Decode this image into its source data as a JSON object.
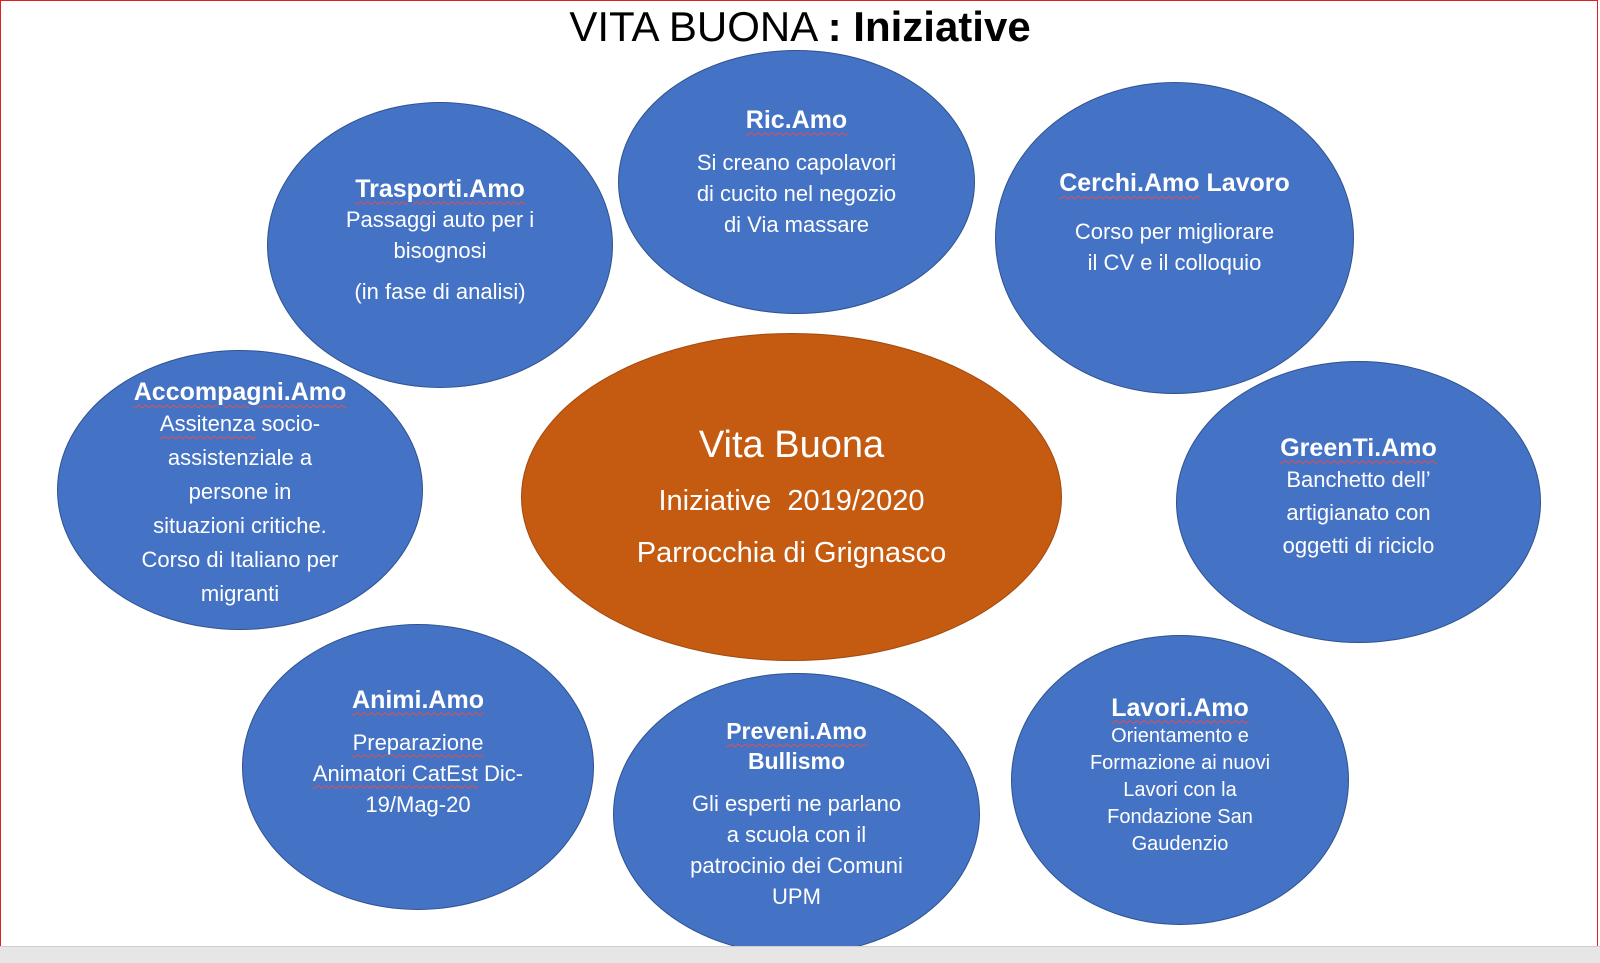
{
  "title": {
    "normal": "VITA BUONA",
    "bold": ": Iniziative"
  },
  "center": {
    "line1": "Vita Buona",
    "line2": "Iniziative  2019/2020",
    "line3": "Parrocchia di Grignasco"
  },
  "nodes": {
    "ricamo": {
      "name": "Ric.Amo",
      "text": [
        "Si creano capolavori",
        "di cucito nel negozio",
        "di Via massare"
      ]
    },
    "trasporti": {
      "name": "Trasporti.Amo",
      "text": [
        "Passaggi auto per i",
        "bisognosi"
      ],
      "note": "(in fase di analisi)"
    },
    "cerchi": {
      "name": "Cerchi.Amo",
      "name_suffix": " Lavoro",
      "text": [
        "Corso per migliorare",
        "il CV e il colloquio"
      ]
    },
    "accompagni": {
      "name": "Accompagni.Amo",
      "text_first": "Assitenza",
      "text_first_rest": " socio-",
      "text": [
        "assistenziale a",
        "persone in",
        "situazioni critiche.",
        "Corso di Italiano per",
        "migranti"
      ]
    },
    "greenti": {
      "name": "GreenTi.Amo",
      "text": [
        "Banchetto dell’",
        "artigianato con",
        "oggetti di riciclo"
      ]
    },
    "animi": {
      "name": "Animi.Amo",
      "text1": "Preparazione",
      "text2a": "Animatori CatEst",
      "text2b": " Dic-",
      "text3": "19/Mag-20"
    },
    "preveni": {
      "name": "Preveni.Amo",
      "name2": "Bullismo",
      "text": [
        "Gli esperti ne parlano",
        "a scuola con il",
        "patrocinio dei Comuni",
        "UPM"
      ]
    },
    "lavori": {
      "name": "Lavori.Amo",
      "text": [
        "Orientamento e",
        "Formazione ai nuovi",
        "Lavori con la",
        "Fondazione San",
        "Gaudenzio"
      ]
    }
  },
  "colors": {
    "node_fill": "#4472c4",
    "center_fill": "#c55a11",
    "frame": "#e02020"
  }
}
